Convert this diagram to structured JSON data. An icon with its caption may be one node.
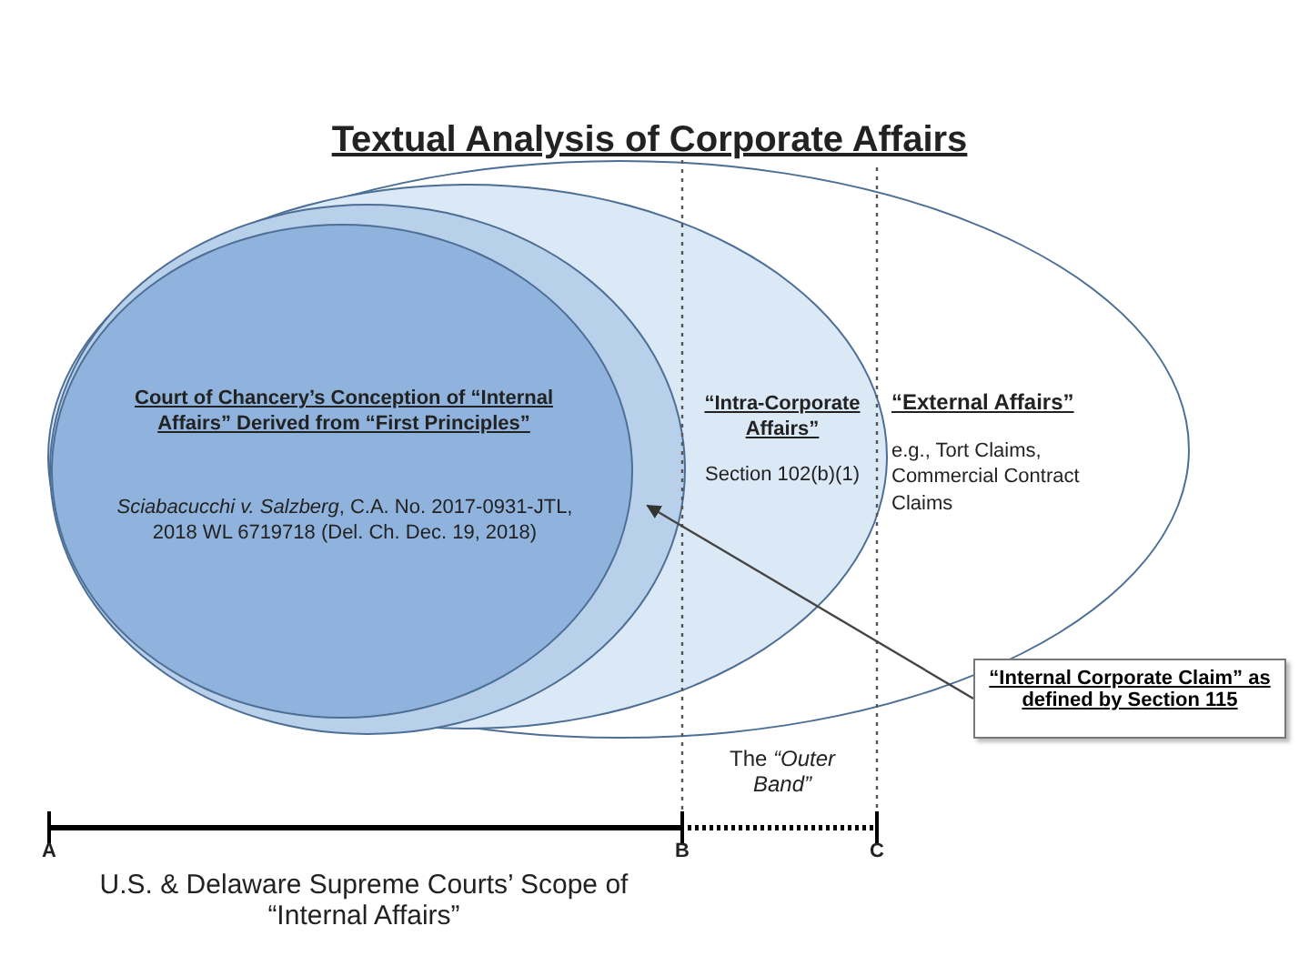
{
  "diagram": {
    "title": "Textual Analysis of Corporate Affairs",
    "nodes": [
      {
        "text": [
          "“External Affairs”",
          "e.g., Tort Claims, Commercial Contract Claims"
        ]
      },
      {
        "text": [
          "“Intra-Corporate Affairs”",
          "Section 102(b)(1)"
        ],
        "in": 0
      },
      {
        "text": [],
        "shape": "ellipse",
        "in": 1
      },
      {
        "text": [
          "Court of Chancery’s Conception of “Internal Affairs” Derived from “First Principles”",
          "*Sciabacucchi v. Salzberg*, C.A. No. 2017-0931-JTL, 2018 WL 6719718 (Del. Ch. Dec. 19, 2018)"
        ],
        "in": 2
      },
      {
        "text": [
          "“Internal Corporate Claim” as defined by Section 115"
        ]
      }
    ],
    "edges": [
      {
        "from": 4,
        "to": 2,
        "arrow": "to"
      }
    ],
    "labels": [
      "The *“Outer Band”*",
      "A",
      "B",
      "C",
      "U.S. & Delaware Supreme Courts’ Scope of “Internal Affairs”"
    ]
  }
}
